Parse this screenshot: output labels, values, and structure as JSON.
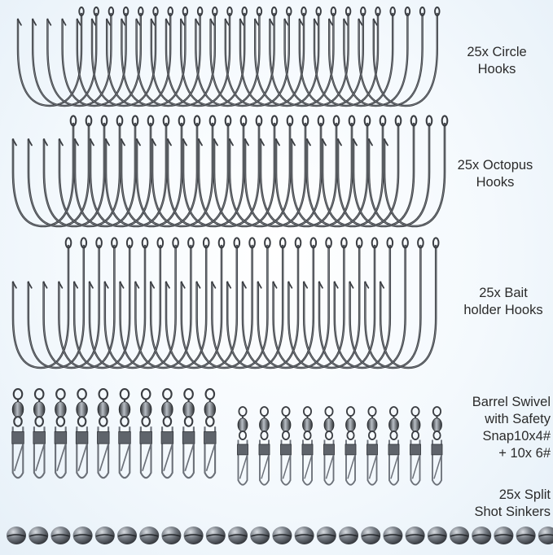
{
  "labels": {
    "circle": [
      "25x Circle",
      "Hooks"
    ],
    "octopus": [
      "25x Octopus",
      "Hooks"
    ],
    "bait": [
      "25x Bait",
      "holder Hooks"
    ],
    "swivel": [
      "Barrel Swivel",
      "with Safety",
      "Snap10x4#",
      "+ 10x 6#"
    ],
    "sinker": [
      "25x Split",
      "Shot Sinkers"
    ]
  },
  "counts": {
    "circle_hooks": 25,
    "octopus_hooks": 25,
    "bait_holder_hooks": 25,
    "swivels_size4": 10,
    "swivels_size6": 10,
    "split_shot_sinkers": 25
  },
  "colors": {
    "steel_dark": "#3a3d42",
    "steel_mid": "#6b7078",
    "steel_light": "#c9ced4",
    "text": "#2b2b2b"
  }
}
